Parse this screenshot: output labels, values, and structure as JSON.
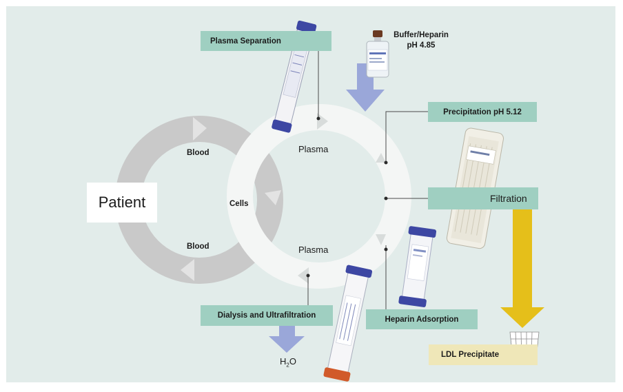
{
  "diagram": {
    "patient": "Patient",
    "blood_top": "Blood",
    "cells": "Cells",
    "blood_bottom": "Blood",
    "plasma_top": "Plasma",
    "plasma_bottom": "Plasma",
    "plasma_separation": "Plasma Separation",
    "buffer_line1": "Buffer/Heparin",
    "buffer_line2": "pH 4.85",
    "precipitation": "Precipitation pH 5.12",
    "filtration": "Filtration",
    "heparin_adsorption": "Heparin Adsorption",
    "dialysis": "Dialysis and Ultrafiltration",
    "water_h": "H",
    "water_sub": "2",
    "water_o": "O",
    "ldl_precipitate": "LDL Precipitate"
  },
  "colors": {
    "panel_bg": "#e2ecea",
    "label_box": "#9fcfc1",
    "blood_ring": "#c9c9c9",
    "plasma_ring": "#f4f6f5",
    "blue_arrow": "#9aa7d9",
    "yellow_arrow": "#e5bf1a",
    "ldl_box": "#efe7b8"
  },
  "icons": [
    "plasma-filter-device",
    "heparin-vial",
    "precipitation-filter-device",
    "heparin-adsorber-device",
    "dialyzer-device",
    "collection-basket"
  ]
}
